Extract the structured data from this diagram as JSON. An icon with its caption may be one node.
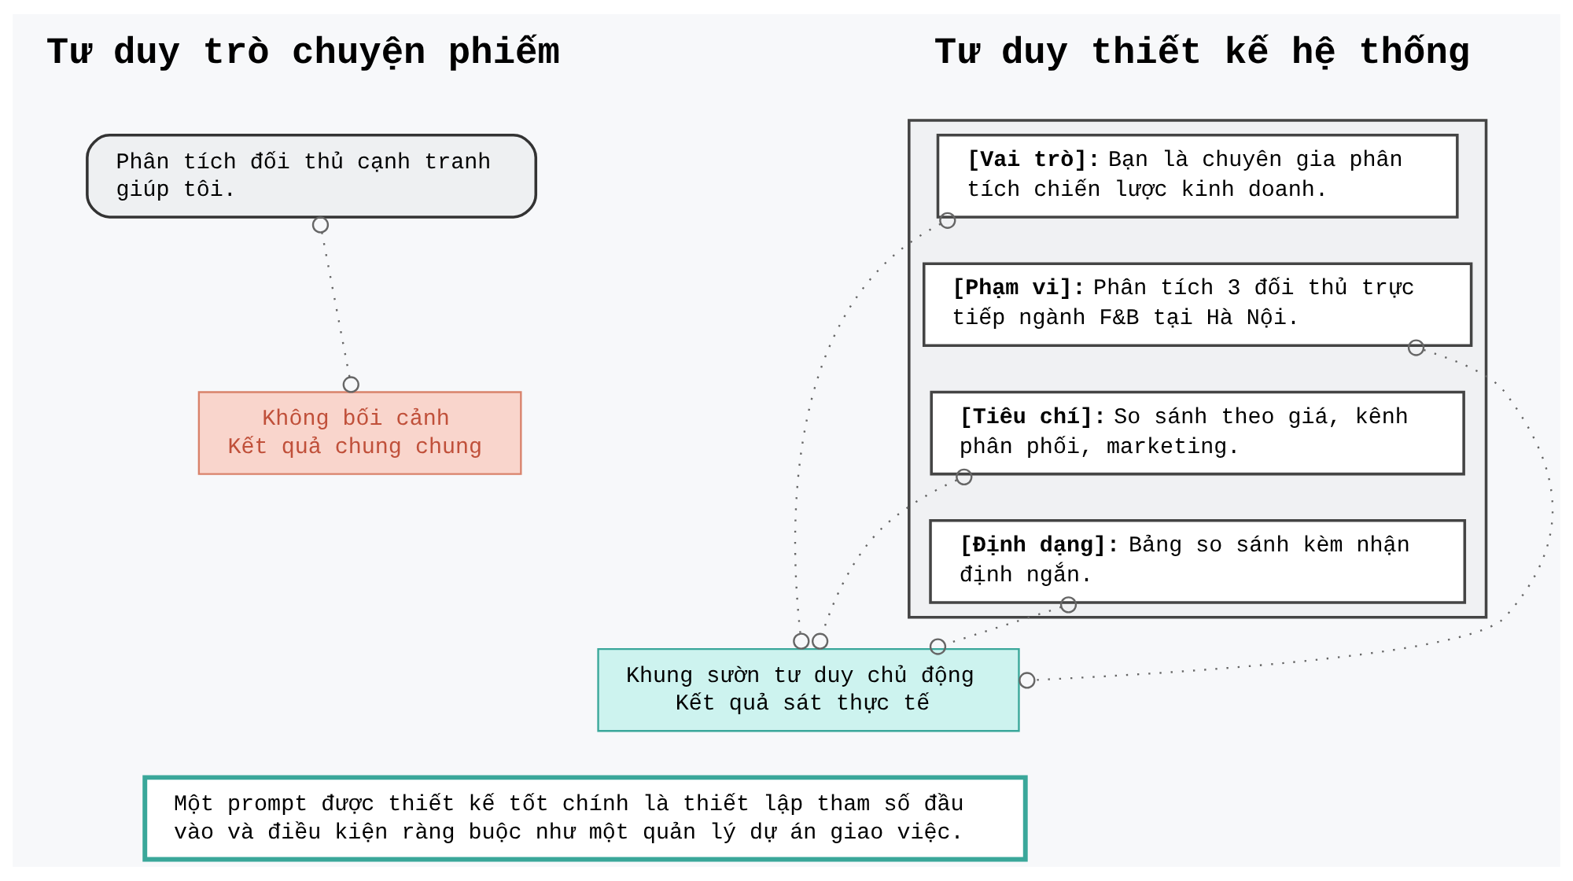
{
  "diagram": {
    "nodes": [
      {
        "text": [
          "Phân tích đối thủ cạnh tranh giúp tôi."
        ]
      },
      {
        "text": [
          "Không bối cảnh",
          "Kết quả chung chung"
        ]
      },
      {
        "text": [],
        "shape": "box"
      },
      {
        "text": [
          "**[Vai trò]:** Bạn là chuyên gia phân tích chiến lược kinh doanh."
        ],
        "in": 2
      },
      {
        "text": [
          "**[Phạm vi]:** Phân tích 3 đối thủ trực tiếp ngành F&B tại Hà Nội."
        ],
        "in": 2
      },
      {
        "text": [
          "**[Tiêu chí]:** So sánh theo giá, kênh phân phối, marketing."
        ],
        "in": 2
      },
      {
        "text": [
          "**[Định dạng]:** Bảng so sánh kèm nhận định ngắn."
        ],
        "in": 2
      },
      {
        "text": [
          "Khung sườn tư duy chủ động",
          "Kết quả sát thực tế"
        ]
      },
      {
        "text": [
          "Một prompt được thiết kế tốt chính là thiết lập tham số đầu vào và điều kiện ràng buộc như một quản lý dự án giao việc."
        ]
      }
    ],
    "edges": [
      {
        "from": 0,
        "to": 1,
        "arrow": "other",
        "style": "dashed"
      },
      {
        "from": 3,
        "to": 7,
        "arrow": "other",
        "style": "dashed"
      },
      {
        "from": 4,
        "to": 7,
        "arrow": "other",
        "style": "dashed"
      },
      {
        "from": 5,
        "to": 7,
        "arrow": "other",
        "style": "dashed"
      },
      {
        "from": 6,
        "to": 7,
        "arrow": "other",
        "style": "dashed"
      }
    ],
    "labels": [
      "Tư duy trò chuyện phiếm",
      "Tư duy thiết kế hệ thống"
    ]
  }
}
